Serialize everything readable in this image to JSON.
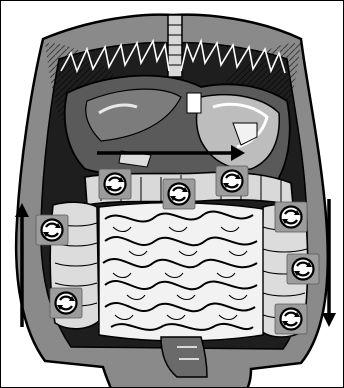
{
  "colors": {
    "frame": "#000000",
    "background": "#ffffff",
    "torso_border": "#000000",
    "organ_dark": "#4d4d4d",
    "organ_mid": "#a6a6a6",
    "organ_light": "#e4e4e4",
    "intestine_fill": "#f3f3f3",
    "intestine_outline": "#000000",
    "badge_fill": "#9c9c9c",
    "arrow": "#000000"
  },
  "icons": {
    "flow_badge": "circular-flow-icon",
    "direction_arrow": "arrow-icon"
  },
  "flow_directions": {
    "transverse_colon_arrow": "right",
    "ascending_colon_arrow": "up",
    "descending_colon_arrow": "down"
  },
  "peristalsis_badges": [
    {
      "region": "transverse-colon-left"
    },
    {
      "region": "transverse-colon-center"
    },
    {
      "region": "transverse-colon-right"
    },
    {
      "region": "ascending-colon-upper"
    },
    {
      "region": "ascending-colon-lower"
    },
    {
      "region": "descending-colon-upper"
    },
    {
      "region": "descending-colon-middle"
    },
    {
      "region": "descending-colon-lower"
    }
  ]
}
